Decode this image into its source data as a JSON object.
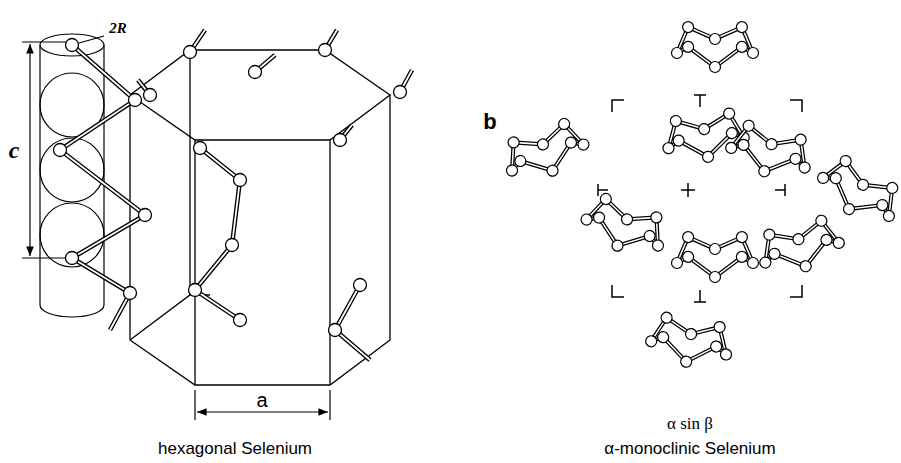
{
  "diagram": {
    "labels": [
      "c",
      "2R",
      "a",
      "b",
      "α sin β",
      "hexagonal Selenium",
      "α-monoclinic Selenium"
    ]
  }
}
